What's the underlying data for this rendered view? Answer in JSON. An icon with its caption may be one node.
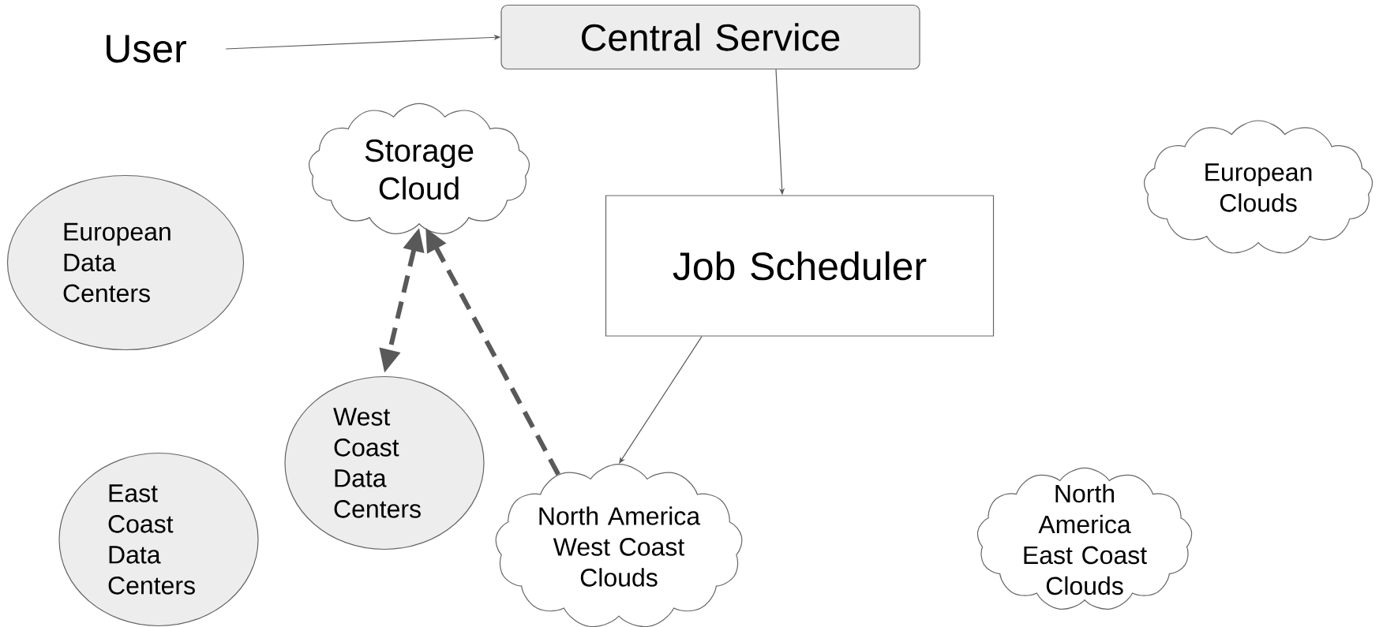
{
  "diagram": {
    "nodes": [
      {
        "text": [
          "User"
        ]
      },
      {
        "text": [
          "Central Service"
        ]
      },
      {
        "text": [
          "Storage Cloud"
        ]
      },
      {
        "text": [
          "Job Scheduler"
        ]
      },
      {
        "text": [
          "European Clouds"
        ]
      },
      {
        "text": [
          "European Data Centers"
        ]
      },
      {
        "text": [
          "West Coast Data Centers"
        ]
      },
      {
        "text": [
          "East Coast Data Centers"
        ]
      },
      {
        "text": [
          "North America West Coast Clouds"
        ]
      },
      {
        "text": [
          "North America East Coast Clouds"
        ]
      }
    ],
    "edges": [
      {
        "from": 0,
        "to": 1,
        "arrow": "to"
      },
      {
        "from": 1,
        "to": 3,
        "arrow": "to"
      },
      {
        "from": 3,
        "to": 8,
        "arrow": "to"
      },
      {
        "from": 2,
        "to": 6,
        "arrow": "both",
        "style": "dashed"
      },
      {
        "from": 8,
        "to": 2,
        "arrow": "to",
        "style": "dashed"
      }
    ]
  }
}
